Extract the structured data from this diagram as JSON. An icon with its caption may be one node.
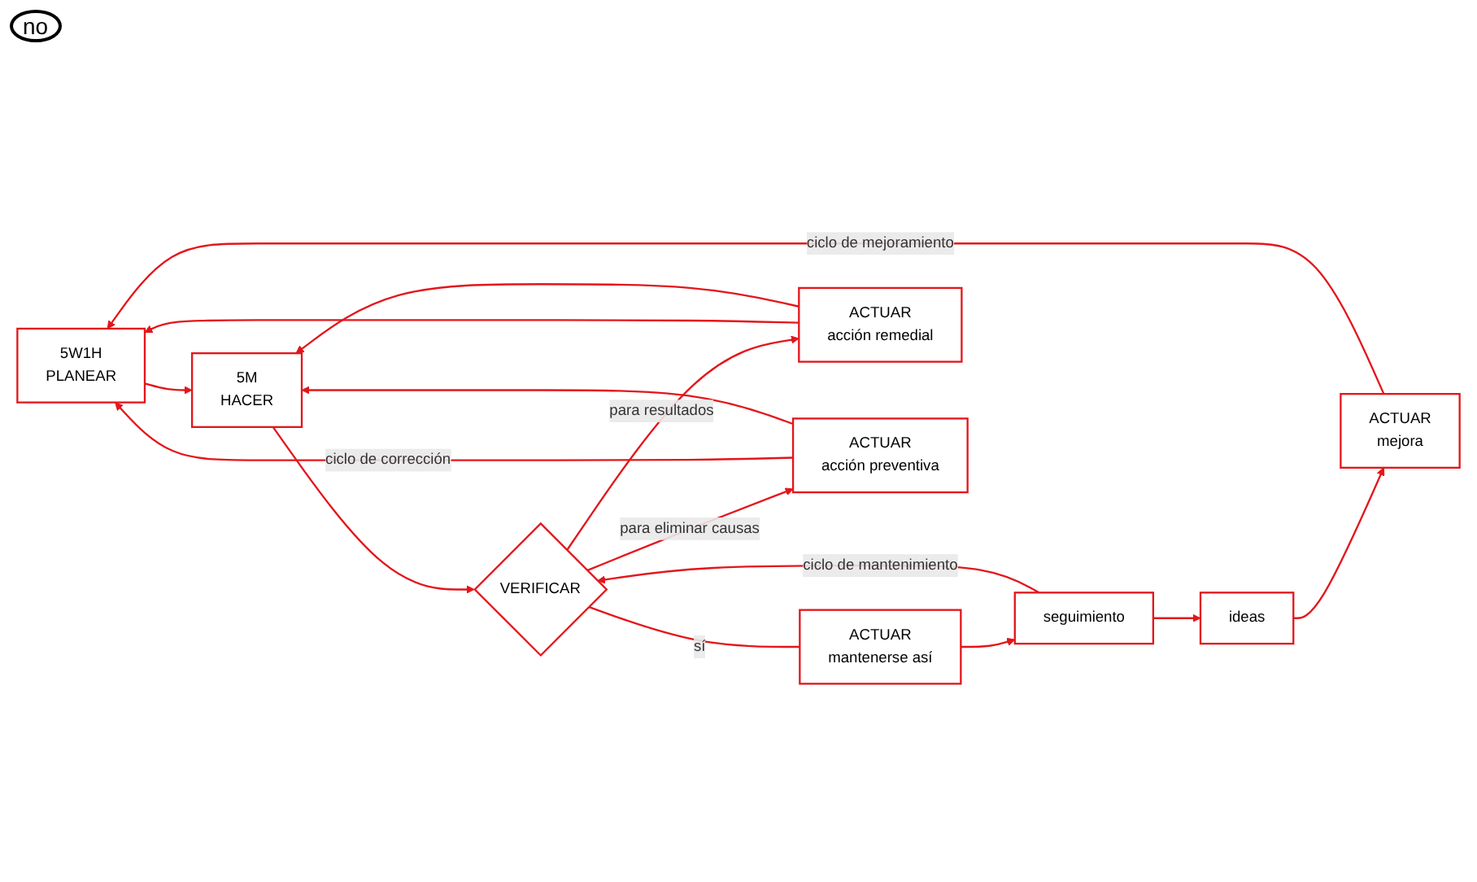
{
  "diagram": {
    "nodes": [
      {
        "text": [
          "5W1H",
          "PLANEAR"
        ]
      },
      {
        "text": [
          "5M",
          "HACER"
        ]
      },
      {
        "text": [
          "VERIFICAR"
        ]
      },
      {
        "text": [
          "ACTUAR",
          "mantenerse así"
        ]
      },
      {
        "text": [
          "seguimiento"
        ]
      },
      {
        "text": [
          "ideas"
        ]
      },
      {
        "text": [
          "ACTUAR",
          "mejora"
        ]
      },
      {
        "text": [
          "ACTUAR",
          "acción remedial"
        ]
      },
      {
        "text": [
          "ACTUAR",
          "acción preventiva"
        ]
      }
    ],
    "edges": [
      {
        "from": 0,
        "to": 1,
        "arrow": "to"
      },
      {
        "from": 1,
        "to": 2,
        "arrow": "to"
      },
      {
        "from": 2,
        "to": 3,
        "arrow": "none",
        "label": "sí"
      },
      {
        "from": 3,
        "to": 4,
        "arrow": "to"
      },
      {
        "from": 4,
        "to": 5,
        "arrow": "to"
      },
      {
        "from": 5,
        "to": 6,
        "arrow": "to"
      },
      {
        "from": 4,
        "to": 2,
        "arrow": "to",
        "label": "ciclo de mantenimiento"
      },
      {
        "from": 6,
        "to": 0,
        "arrow": "to",
        "label": "ciclo de mejoramiento"
      },
      {
        "from": 2,
        "to": 7,
        "arrow": "to",
        "label": "para resultados"
      },
      {
        "from": 2,
        "to": 8,
        "arrow": "to",
        "label": "para eliminar causas"
      },
      {
        "from": 7,
        "to": 0,
        "arrow": "to"
      },
      {
        "from": 7,
        "to": 1,
        "arrow": "to"
      },
      {
        "from": 8,
        "to": 0,
        "arrow": "to",
        "label": "ciclo de corrección"
      },
      {
        "from": 8,
        "to": 1,
        "arrow": "to"
      }
    ],
    "labels": [
      "no"
    ]
  }
}
